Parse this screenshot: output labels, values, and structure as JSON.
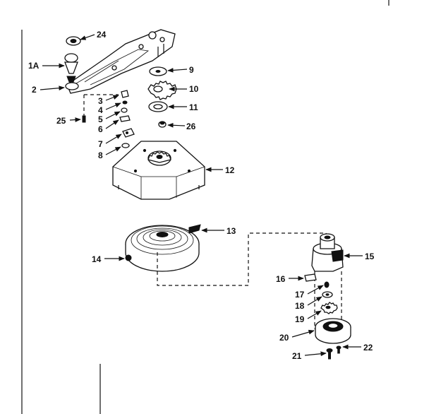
{
  "diagram": {
    "callouts": [
      {
        "id": "24",
        "text": "24"
      },
      {
        "id": "1a",
        "text": "1A"
      },
      {
        "id": "2",
        "text": "2"
      },
      {
        "id": "9",
        "text": "9"
      },
      {
        "id": "10",
        "text": "10"
      },
      {
        "id": "11",
        "text": "11"
      },
      {
        "id": "3",
        "text": "3"
      },
      {
        "id": "4",
        "text": "4"
      },
      {
        "id": "5",
        "text": "5"
      },
      {
        "id": "6",
        "text": "6"
      },
      {
        "id": "25",
        "text": "25"
      },
      {
        "id": "26",
        "text": "26"
      },
      {
        "id": "7",
        "text": "7"
      },
      {
        "id": "8",
        "text": "8"
      },
      {
        "id": "12",
        "text": "12"
      },
      {
        "id": "13",
        "text": "13"
      },
      {
        "id": "14",
        "text": "14"
      },
      {
        "id": "15",
        "text": "15"
      },
      {
        "id": "16",
        "text": "16"
      },
      {
        "id": "17",
        "text": "17"
      },
      {
        "id": "18",
        "text": "18"
      },
      {
        "id": "19",
        "text": "19"
      },
      {
        "id": "20",
        "text": "20"
      },
      {
        "id": "21",
        "text": "21"
      },
      {
        "id": "22",
        "text": "22"
      }
    ]
  }
}
